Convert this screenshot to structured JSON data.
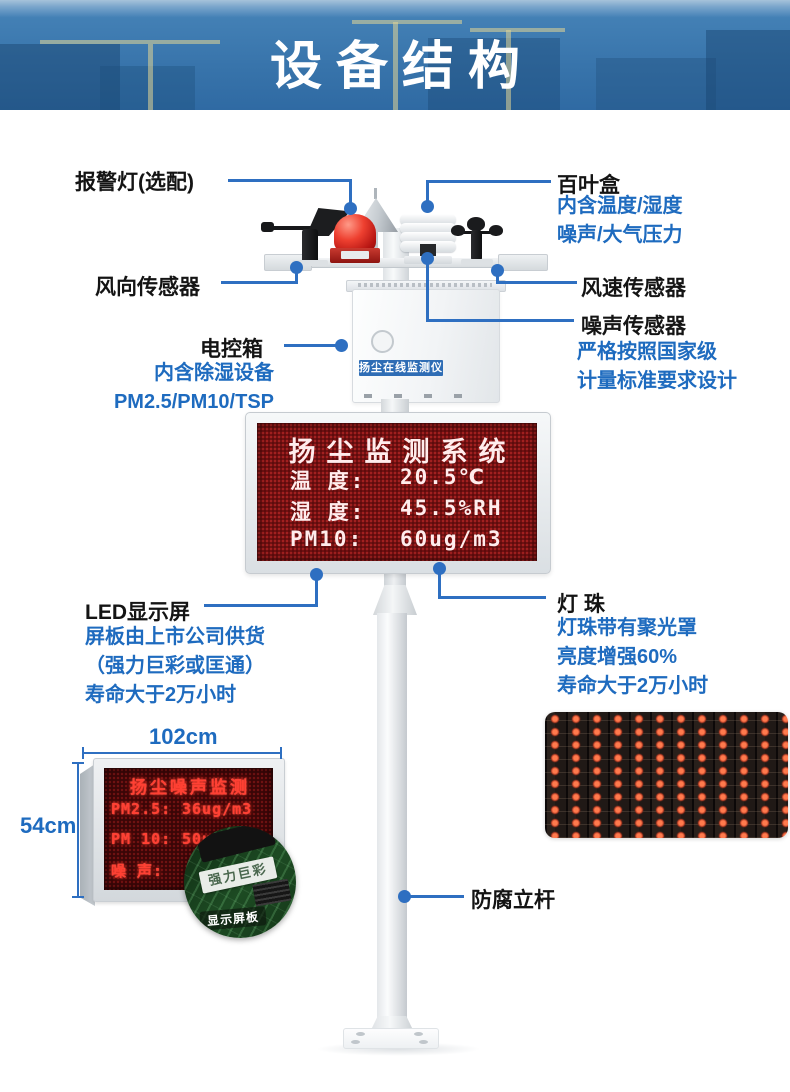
{
  "banner": {
    "title": "设备结构"
  },
  "callouts": {
    "alarm_light": {
      "label": "报警灯(选配)"
    },
    "wind_direction": {
      "label": "风向传感器"
    },
    "louver_box": {
      "label": "百叶盒",
      "note1": "内含温度/湿度",
      "note2": "噪声/大气压力"
    },
    "wind_speed": {
      "label": "风速传感器"
    },
    "noise_sensor": {
      "label": "噪声传感器",
      "note1": "严格按照国家级",
      "note2": "计量标准要求设计"
    },
    "control_box": {
      "label": "电控箱",
      "note1": "内含除湿设备",
      "note2": "PM2.5/PM10/TSP"
    },
    "led_screen": {
      "label": "LED显示屏",
      "note1": "屏板由上市公司供货",
      "note2": "（强力巨彩或匡通）",
      "note3": "寿命大于2万小时"
    },
    "lamp_bead": {
      "label": "灯 珠",
      "note1": "灯珠带有聚光罩",
      "note2": "亮度增强60%",
      "note3": "寿命大于2万小时"
    },
    "pole": {
      "label": "防腐立杆"
    }
  },
  "device": {
    "control_box_tag": "扬尘在线监测仪",
    "main_screen": {
      "title": "扬尘监测系统",
      "rows": [
        {
          "name": "温 度:",
          "value": "20.5℃"
        },
        {
          "name": "湿 度:",
          "value": "45.5%RH"
        },
        {
          "name": "PM10:",
          "value": "60ug/m3"
        }
      ]
    }
  },
  "panel_inset": {
    "width_label": "102cm",
    "height_label": "54cm",
    "screen_title": "扬尘噪声监测",
    "rows": [
      {
        "name": "PM2.5:",
        "value": "36ug/m3"
      },
      {
        "name": "PM 10:",
        "value": "50ug/m3"
      },
      {
        "name": "噪 声:",
        "value": ""
      }
    ],
    "chip_brand": "强力巨彩",
    "chip_caption": "显示屏板"
  },
  "colors": {
    "accent_blue": "#2e6fc1",
    "text_blue": "#1e6bbf",
    "banner_blue": "#3874ab",
    "led_red": "#ff4033",
    "screen_bg": "#5c0b0c"
  }
}
